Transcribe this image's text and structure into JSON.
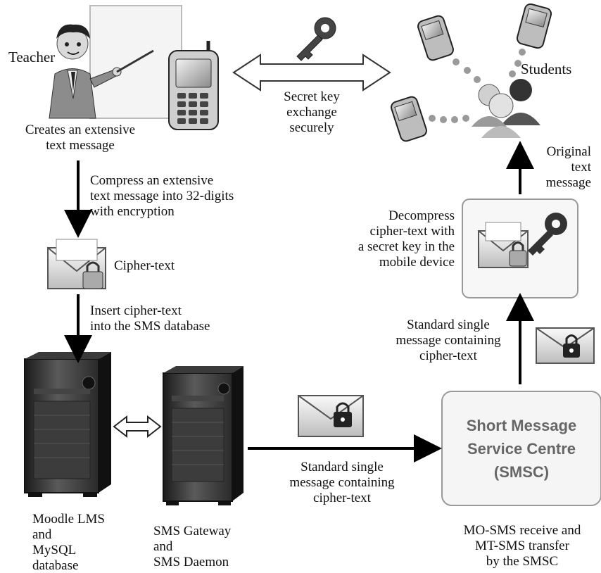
{
  "teacher": {
    "label": "Teacher",
    "caption_line1": "Creates an extensive",
    "caption_line2": "text message"
  },
  "key_exchange": {
    "line1": "Secret key",
    "line2": "exchange",
    "line3": "securely"
  },
  "students": {
    "label": "Students"
  },
  "compress": {
    "line1": "Compress an extensive",
    "line2": "text message into 32-digits",
    "line3": "with encryption"
  },
  "cipher_text": {
    "label": "Cipher-text"
  },
  "insert": {
    "line1": "Insert cipher-text",
    "line2": "into the SMS database"
  },
  "decompress": {
    "line1": "Decompress",
    "line2": "cipher-text with",
    "line3": "a secret key in the",
    "line4": "mobile device"
  },
  "original": {
    "line1": "Original",
    "line2": "text",
    "line3": "message"
  },
  "standard_right": {
    "line1": "Standard single",
    "line2": "message containing",
    "line3": "cipher-text"
  },
  "standard_bottom": {
    "line1": "Standard single",
    "line2": "message containing",
    "line3": "cipher-text"
  },
  "smsc": {
    "line1": "Short Message",
    "line2": "Service Centre",
    "line3": "(SMSC)",
    "caption_line1": "MO-SMS receive and",
    "caption_line2": "MT-SMS transfer",
    "caption_line3": "by the SMSC"
  },
  "moodle": {
    "line1": "Moodle LMS",
    "line2": "and",
    "line3": "MySQL",
    "line4": "database"
  },
  "gateway": {
    "line1": "SMS Gateway",
    "line2": "and",
    "line3": "SMS Daemon"
  }
}
